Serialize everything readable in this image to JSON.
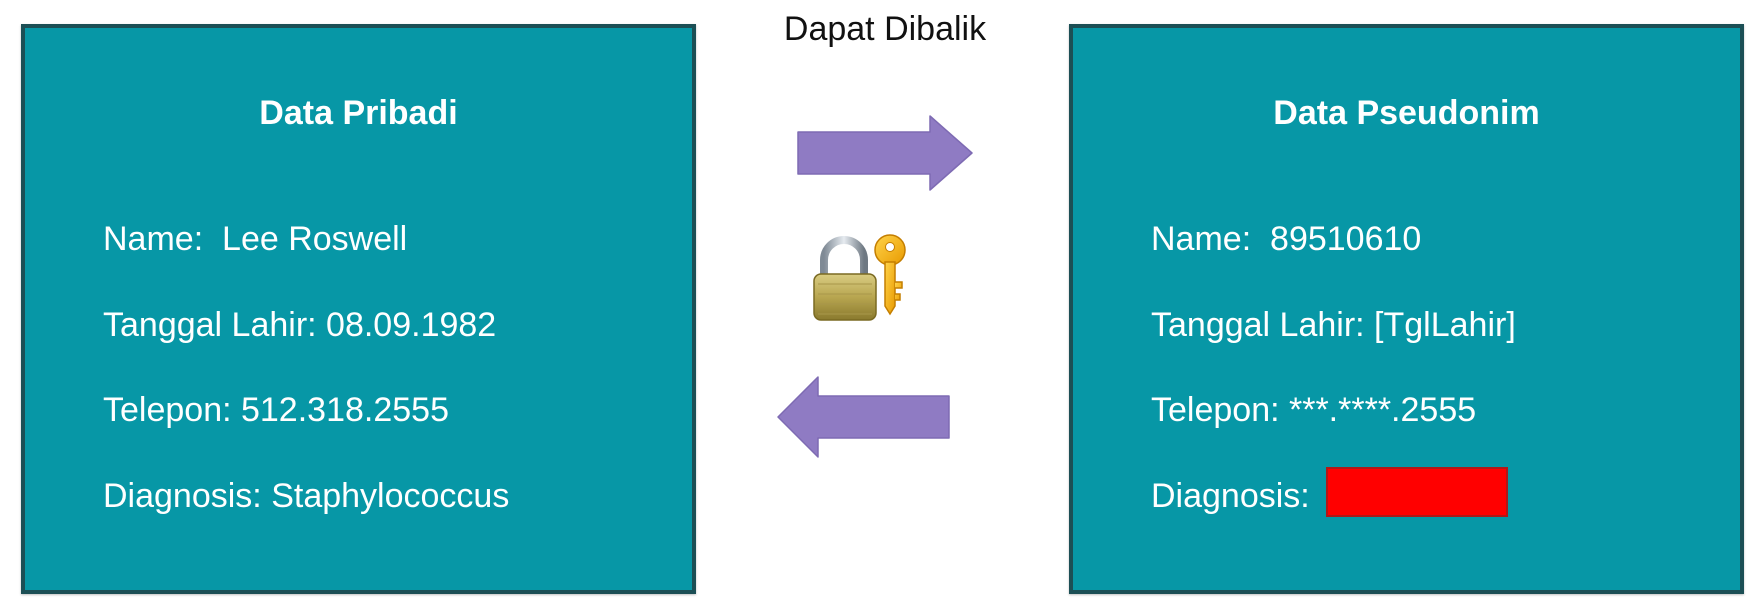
{
  "caption": "Dapat Dibalik",
  "left_panel": {
    "title": "Data Pribadi",
    "fields": [
      "Name:  Lee Roswell",
      "Tanggal Lahir: 08.09.1982",
      "Telepon: 512.318.2555",
      "Diagnosis: Staphylococcus"
    ]
  },
  "right_panel": {
    "title": "Data Pseudonim",
    "fields": [
      "Name:  89510610",
      "Tanggal Lahir: [TglLahir]",
      "Telepon: ***.****.2555",
      "Diagnosis: "
    ]
  },
  "icons": {
    "forward_arrow": "arrow-right-icon",
    "backward_arrow": "arrow-left-icon",
    "lock_key": "padlock-key-icon"
  },
  "colors": {
    "panel_fill": "#0797a6",
    "panel_border": "#1c4f55",
    "arrow": "#8f7bc3",
    "redaction": "#ff0000"
  }
}
